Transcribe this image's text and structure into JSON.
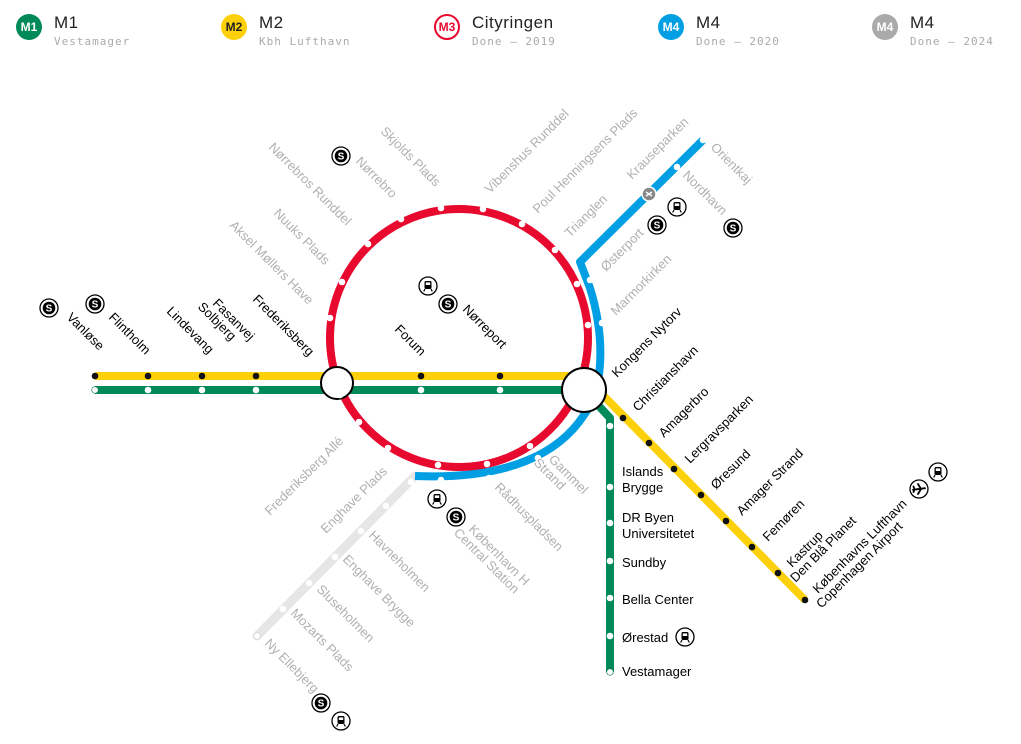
{
  "legend": [
    {
      "badge": "M1",
      "name": "M1",
      "sub": "Vestamager",
      "color": "#008a57",
      "outline": false
    },
    {
      "badge": "M2",
      "name": "M2",
      "sub": "Kbh Lufthavn",
      "color": "#fcd10b",
      "outline": false
    },
    {
      "badge": "M3",
      "name": "Cityringen",
      "sub": "Done — 2019",
      "color": "#e8092e",
      "outline": true
    },
    {
      "badge": "M4",
      "name": "M4",
      "sub": "Done — 2020",
      "color": "#009fe3",
      "outline": false
    },
    {
      "badge": "M4",
      "name": "M4",
      "sub": "Done — 2024",
      "color": "#aaaaaa",
      "outline": false
    }
  ],
  "colors": {
    "m1": "#008a57",
    "m2": "#fcd10b",
    "m3": "#e8092e",
    "m4": "#009fe3",
    "m4future": "#e6e6e6",
    "label_active": "#000000",
    "label_inactive": "#b0b0b0"
  },
  "stations": [
    {
      "name": "Vanløse",
      "active": true,
      "icons": [
        "s-train"
      ]
    },
    {
      "name": "Flintholm",
      "active": true,
      "icons": [
        "s-train"
      ]
    },
    {
      "name": "Lindevang",
      "active": true,
      "icons": []
    },
    {
      "name": "Fasanvej Solbjerg",
      "active": true,
      "icons": []
    },
    {
      "name": "Frederiksberg",
      "active": true,
      "icons": []
    },
    {
      "name": "Forum",
      "active": true,
      "icons": []
    },
    {
      "name": "Nørreport",
      "active": true,
      "icons": [
        "train",
        "s-train"
      ]
    },
    {
      "name": "Kongens Nytorv",
      "active": true,
      "icons": []
    },
    {
      "name": "Christianshavn",
      "active": true,
      "icons": []
    },
    {
      "name": "Amagerbro",
      "active": true,
      "icons": []
    },
    {
      "name": "Lergravsparken",
      "active": true,
      "icons": []
    },
    {
      "name": "Øresund",
      "active": true,
      "icons": []
    },
    {
      "name": "Amager Strand",
      "active": true,
      "icons": []
    },
    {
      "name": "Femøren",
      "active": true,
      "icons": []
    },
    {
      "name": "Kastrup Den Blå Planet",
      "active": true,
      "icons": []
    },
    {
      "name": "Københavns Lufthavn Copenhagen Airport",
      "active": true,
      "icons": [
        "train",
        "airport"
      ]
    },
    {
      "name": "Islands Brygge",
      "active": true,
      "icons": []
    },
    {
      "name": "DR Byen Universitetet",
      "active": true,
      "icons": []
    },
    {
      "name": "Sundby",
      "active": true,
      "icons": []
    },
    {
      "name": "Bella Center",
      "active": true,
      "icons": []
    },
    {
      "name": "Ørestad",
      "active": true,
      "icons": [
        "train"
      ]
    },
    {
      "name": "Vestamager",
      "active": true,
      "icons": []
    },
    {
      "name": "Aksel Møllers Have",
      "active": false,
      "icons": []
    },
    {
      "name": "Nuuks Plads",
      "active": false,
      "icons": []
    },
    {
      "name": "Nørrebros Runddel",
      "active": false,
      "icons": []
    },
    {
      "name": "Nørrebro",
      "active": false,
      "icons": [
        "s-train"
      ]
    },
    {
      "name": "Skjolds Plads",
      "active": false,
      "icons": []
    },
    {
      "name": "Vibenshus Runddel",
      "active": false,
      "icons": []
    },
    {
      "name": "Poul Henningsens Plads",
      "active": false,
      "icons": []
    },
    {
      "name": "Trianglen",
      "active": false,
      "icons": []
    },
    {
      "name": "Østerport",
      "active": false,
      "icons": [
        "s-train",
        "train"
      ]
    },
    {
      "name": "Marmorkirken",
      "active": false,
      "icons": []
    },
    {
      "name": "Krauseparken",
      "active": false,
      "icons": []
    },
    {
      "name": "Nordhavn",
      "active": false,
      "icons": [
        "s-train"
      ]
    },
    {
      "name": "Orientkaj",
      "active": false,
      "icons": []
    },
    {
      "name": "Gammel Strand",
      "active": false,
      "icons": []
    },
    {
      "name": "Rådhuspladsen",
      "active": false,
      "icons": []
    },
    {
      "name": "København H Central Station",
      "active": false,
      "icons": [
        "train",
        "s-train"
      ]
    },
    {
      "name": "Frederiksberg Allé",
      "active": false,
      "icons": []
    },
    {
      "name": "Enghave Plads",
      "active": false,
      "icons": []
    },
    {
      "name": "Havneholmen",
      "active": false,
      "icons": []
    },
    {
      "name": "Enghave Brygge",
      "active": false,
      "icons": []
    },
    {
      "name": "Sluseholmen",
      "active": false,
      "icons": []
    },
    {
      "name": "Mozarts Plads",
      "active": false,
      "icons": []
    },
    {
      "name": "Ny Ellebjerg",
      "active": false,
      "icons": [
        "s-train",
        "train"
      ]
    }
  ]
}
